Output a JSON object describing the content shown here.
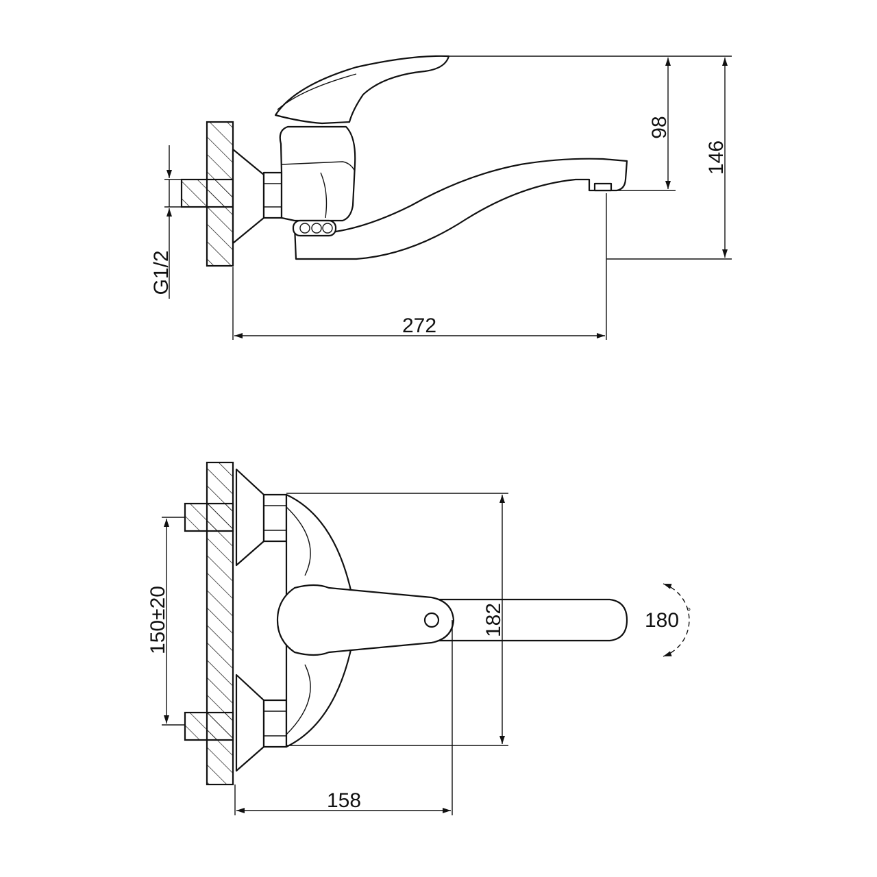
{
  "drawing": {
    "side_view": {
      "dim_spout_height": "98",
      "dim_total_height": "146",
      "dim_thread": "G1/2",
      "dim_projection": "272"
    },
    "top_view": {
      "dim_centers": "150±20",
      "dim_body_width": "182",
      "dim_handle_projection": "158",
      "dim_rotation": "180",
      "degree_symbol": "°"
    },
    "line_color": "#111111",
    "background": "#ffffff"
  }
}
